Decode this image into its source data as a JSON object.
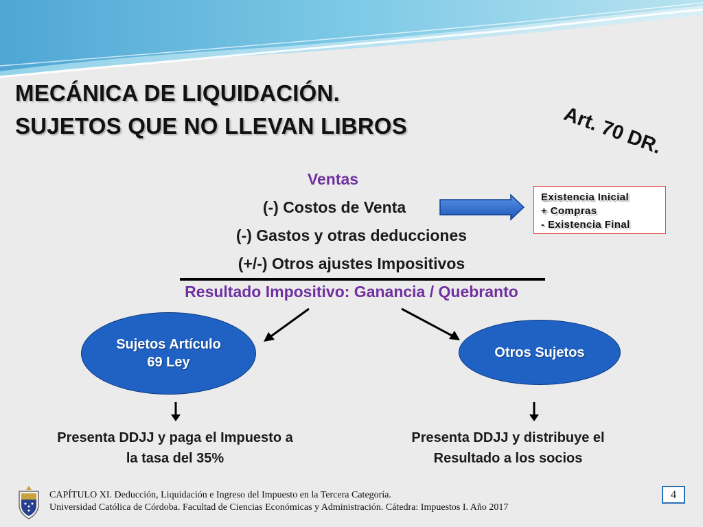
{
  "title": {
    "line1": "MECÁNICA DE LIQUIDACIÓN.",
    "line2": "SUJETOS QUE NO LLEVAN LIBROS"
  },
  "article_ref": "Art. 70 DR.",
  "calculation": {
    "ventas": "Ventas",
    "costos": "(-)  Costos de Venta",
    "gastos": "(-) Gastos y otras deducciones",
    "ajustes": "(+/-) Otros ajustes Impositivos",
    "resultado": "Resultado Impositivo: Ganancia / Quebranto"
  },
  "cost_box": {
    "line1": "Existencia Inicial",
    "line2": "+ Compras",
    "line3": "-  Existencia Final"
  },
  "branches": {
    "left": {
      "line1": "Sujetos Artículo",
      "line2": "69 Ley",
      "result_line1": "Presenta DDJJ y paga el Impuesto a",
      "result_line2": "la tasa del 35%"
    },
    "right": {
      "label": "Otros Sujetos",
      "result_line1": "Presenta DDJJ y distribuye el",
      "result_line2": "Resultado a los socios"
    }
  },
  "footer": {
    "line1": "CAPÍTULO XI.  Deducción, Liquidación e Ingreso del Impuesto en la Tercera Categoría.",
    "line2": "Universidad Católica de Córdoba. Facultad de Ciencias Económicas y Administración. Cátedra: Impuestos I. Año 2017"
  },
  "page_number": "4",
  "colors": {
    "accent_purple": "#7030a0",
    "ellipse_blue": "#1f62c4",
    "arrow_blue": "#2f6fd6",
    "box_border": "#e04040"
  }
}
